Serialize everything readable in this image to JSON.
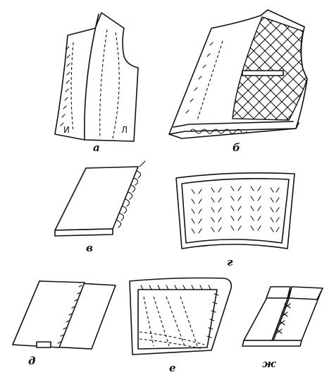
{
  "figures": [
    {
      "id": "a",
      "label": "а",
      "marks": [
        "И",
        "Л"
      ]
    },
    {
      "id": "b",
      "label": "б"
    },
    {
      "id": "v",
      "label": "в"
    },
    {
      "id": "g",
      "label": "г"
    },
    {
      "id": "d",
      "label": "д"
    },
    {
      "id": "e",
      "label": "е"
    },
    {
      "id": "zh",
      "label": "ж"
    }
  ],
  "style": {
    "ink": "#111111",
    "paper": "#ffffff"
  }
}
